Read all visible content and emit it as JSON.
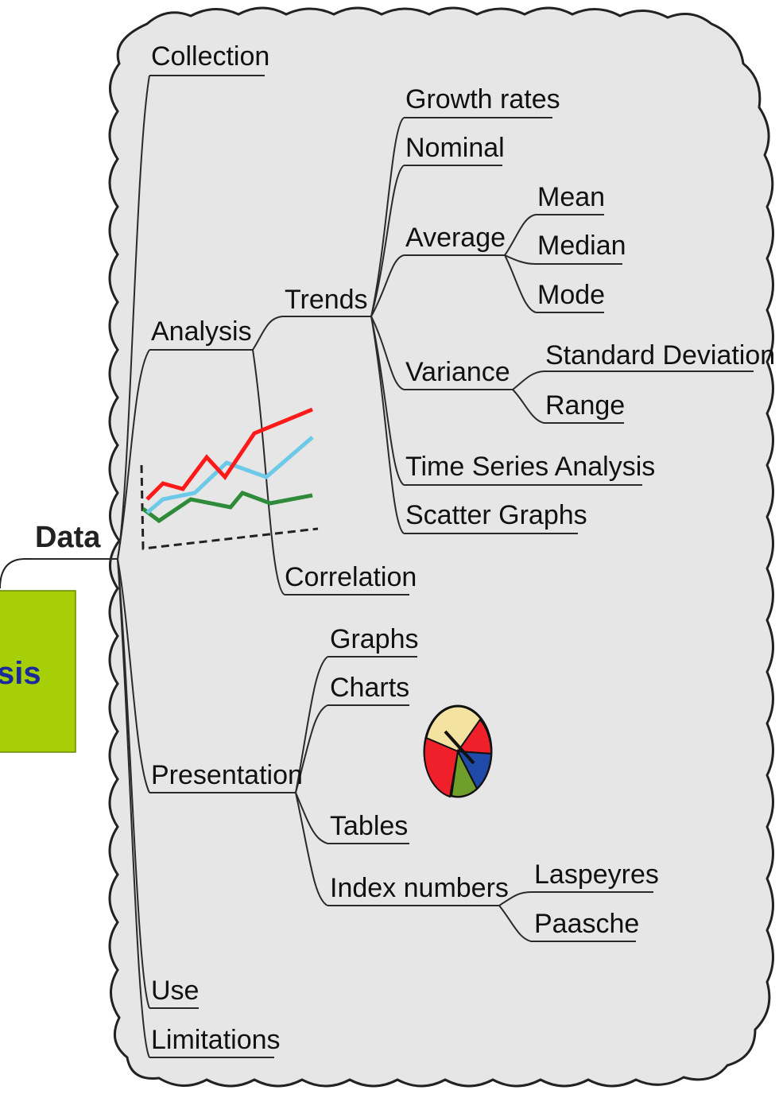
{
  "central_topic": {
    "visible_text": "sis",
    "color": "#a6cf08"
  },
  "root": "Data",
  "branches": {
    "collection": "Collection",
    "analysis": "Analysis",
    "trends": "Trends",
    "growth_rates": "Growth rates",
    "nominal": "Nominal",
    "average": "Average",
    "mean": "Mean",
    "median": "Median",
    "mode": "Mode",
    "variance": "Variance",
    "standard_deviation": "Standard Deviation",
    "range": "Range",
    "time_series_analysis": "Time Series Analysis",
    "scatter_graphs": "Scatter Graphs",
    "correlation": "Correlation",
    "presentation": "Presentation",
    "graphs": "Graphs",
    "charts": "Charts",
    "tables": "Tables",
    "index_numbers": "Index numbers",
    "laspeyres": "Laspeyres",
    "paasche": "Paasche",
    "use": "Use",
    "limitations": "Limitations"
  },
  "colors": {
    "cloud_fill": "#e6e6e6",
    "line_red": "#ff1a1a",
    "line_cyan": "#6cc9e8",
    "line_green": "#2e8b3a",
    "pie_red": "#f0202a",
    "pie_yellow": "#f4e3a0",
    "pie_blue": "#1f4aa8",
    "pie_green": "#6f9e2a"
  },
  "icons": [
    "line-chart-icon",
    "pie-chart-icon"
  ]
}
